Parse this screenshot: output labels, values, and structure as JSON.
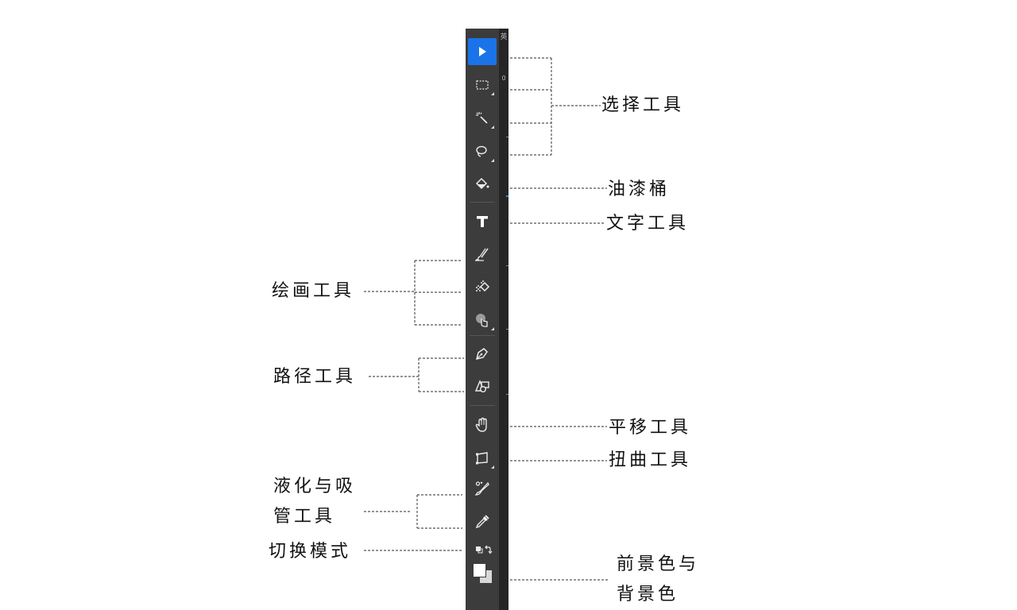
{
  "edge": {
    "char": "英",
    "zero": "0"
  },
  "tools": [
    {
      "id": "move",
      "icon": "pointer-arrow-icon",
      "active": true
    },
    {
      "id": "marquee",
      "icon": "marquee-select-icon",
      "corner": true
    },
    {
      "id": "magic-wand",
      "icon": "magic-wand-icon",
      "corner": true
    },
    {
      "id": "lasso",
      "icon": "lasso-icon",
      "corner": true
    },
    {
      "id": "paint-bucket",
      "icon": "paint-bucket-icon"
    },
    {
      "id": "type",
      "icon": "type-icon"
    },
    {
      "id": "brush",
      "icon": "brush-icon"
    },
    {
      "id": "eraser",
      "icon": "eraser-icon"
    },
    {
      "id": "smudge",
      "icon": "smudge-icon",
      "corner": true
    },
    {
      "id": "pen",
      "icon": "pen-icon"
    },
    {
      "id": "shape",
      "icon": "shape-icon"
    },
    {
      "id": "hand",
      "icon": "hand-icon"
    },
    {
      "id": "transform",
      "icon": "transform-icon",
      "corner": true
    },
    {
      "id": "liquify",
      "icon": "liquify-icon"
    },
    {
      "id": "eyedropper",
      "icon": "eyedropper-icon"
    },
    {
      "id": "swap-mode",
      "icon": "swap-mode-icon"
    },
    {
      "id": "color-swatches",
      "icon": "color-swatches-icon"
    }
  ],
  "labels": {
    "select": "选择工具",
    "bucket": "油漆桶",
    "text": "文字工具",
    "paint": "绘画工具",
    "path": "路径工具",
    "pan": "平移工具",
    "warp": "扭曲工具",
    "liquify_line1": "液化与吸",
    "liquify_line2": "管工具",
    "switch_mode": "切换模式",
    "colors_line1": "前景色与",
    "colors_line2": "背景色"
  },
  "colors": {
    "toolbar_bg": "#3c3c3c",
    "active_tool": "#1a73e8",
    "icon": "#ececec"
  }
}
